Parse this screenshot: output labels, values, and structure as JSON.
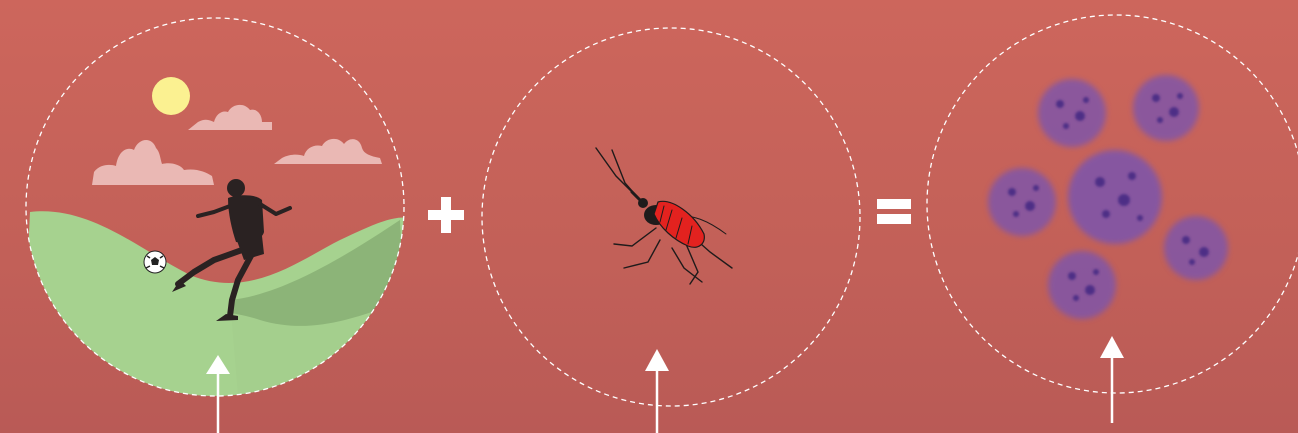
{
  "diagram": {
    "panels": [
      {
        "name": "outdoor-activity-panel"
      },
      {
        "name": "mosquito-panel"
      },
      {
        "name": "parasite-cells-panel"
      }
    ],
    "operators": [
      "+",
      "="
    ],
    "colors": {
      "background": "#c9635a",
      "circle_outline": "#ffffff",
      "sun": "#fbf191",
      "cloud": "#eab8b4",
      "grass_light": "#a6d28f",
      "grass_dark": "#86ad72",
      "player": "#2a2222",
      "mosquito_body": "#1f1b1b",
      "mosquito_abdomen": "#e3221f",
      "cell": "#7b55ad",
      "arrow": "#ffffff"
    }
  }
}
